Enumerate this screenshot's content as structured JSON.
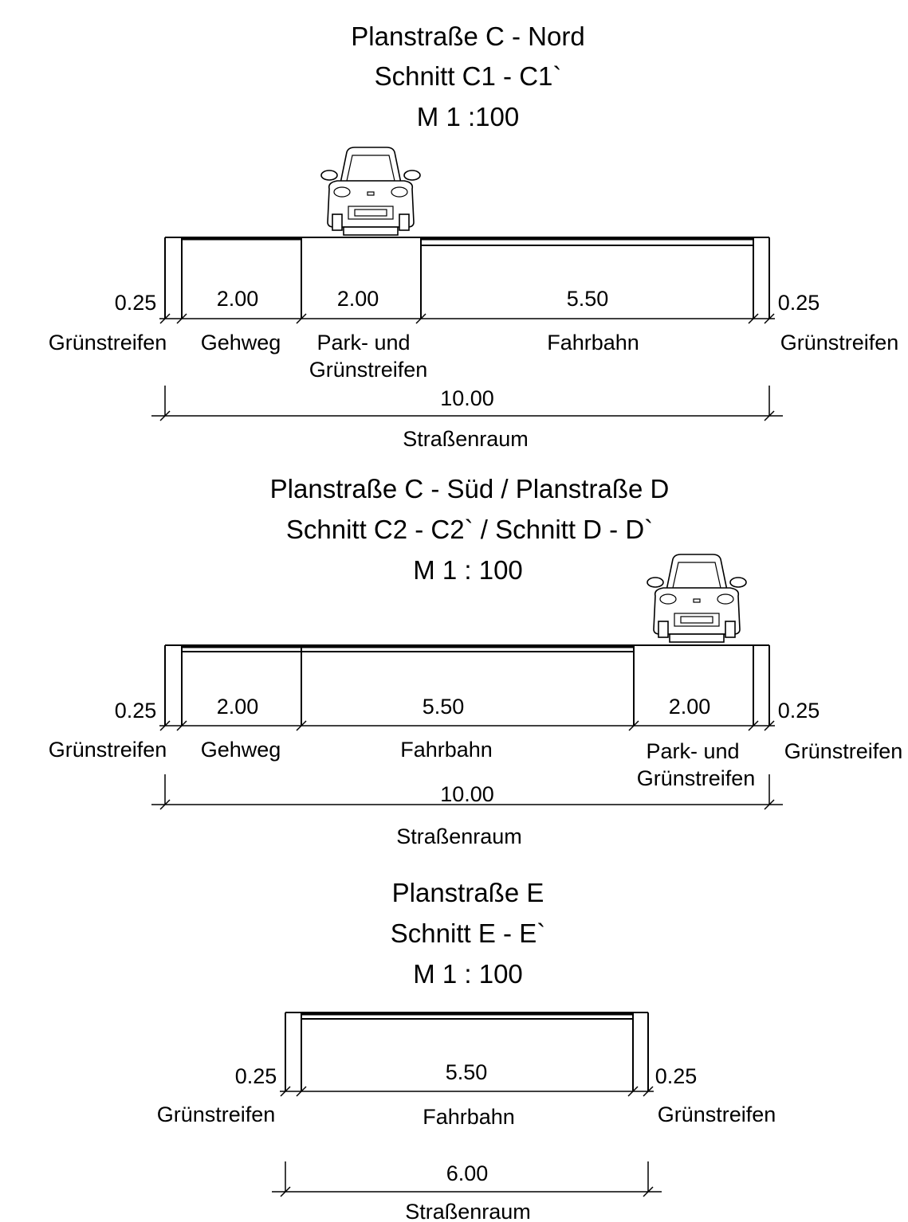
{
  "section_c_nord": {
    "title_line1": "Planstraße C - Nord",
    "title_line2": "Schnitt C1 - C1`",
    "title_line3": "M 1 :100",
    "dims": {
      "left_green": "0.25",
      "gehweg": "2.00",
      "park": "2.00",
      "fahrbahn": "5.50",
      "right_green": "0.25",
      "total": "10.00"
    },
    "labels": {
      "left_green": "Grünstreifen",
      "gehweg": "Gehweg",
      "park_line1": "Park- und",
      "park_line2": "Grünstreifen",
      "fahrbahn": "Fahrbahn",
      "right_green": "Grünstreifen",
      "total": "Straßenraum"
    }
  },
  "section_c_sued": {
    "title_line1": "Planstraße C - Süd / Planstraße D",
    "title_line2": "Schnitt C2 - C2` / Schnitt D - D`",
    "title_line3": "M 1 : 100",
    "dims": {
      "left_green": "0.25",
      "gehweg": "2.00",
      "fahrbahn": "5.50",
      "park": "2.00",
      "right_green": "0.25",
      "total": "10.00"
    },
    "labels": {
      "left_green": "Grünstreifen",
      "gehweg": "Gehweg",
      "fahrbahn": "Fahrbahn",
      "park_line1": "Park- und",
      "park_line2": "Grünstreifen",
      "right_green": "Grünstreifen",
      "total": "Straßenraum"
    }
  },
  "section_e": {
    "title_line1": "Planstraße E",
    "title_line2": "Schnitt E - E`",
    "title_line3": "M 1 : 100",
    "dims": {
      "left_green": "0.25",
      "fahrbahn": "5.50",
      "right_green": "0.25",
      "total": "6.00"
    },
    "labels": {
      "left_green": "Grünstreifen",
      "fahrbahn": "Fahrbahn",
      "right_green": "Grünstreifen",
      "total": "Straßenraum"
    }
  },
  "icons": {
    "car": "car-front-icon"
  }
}
